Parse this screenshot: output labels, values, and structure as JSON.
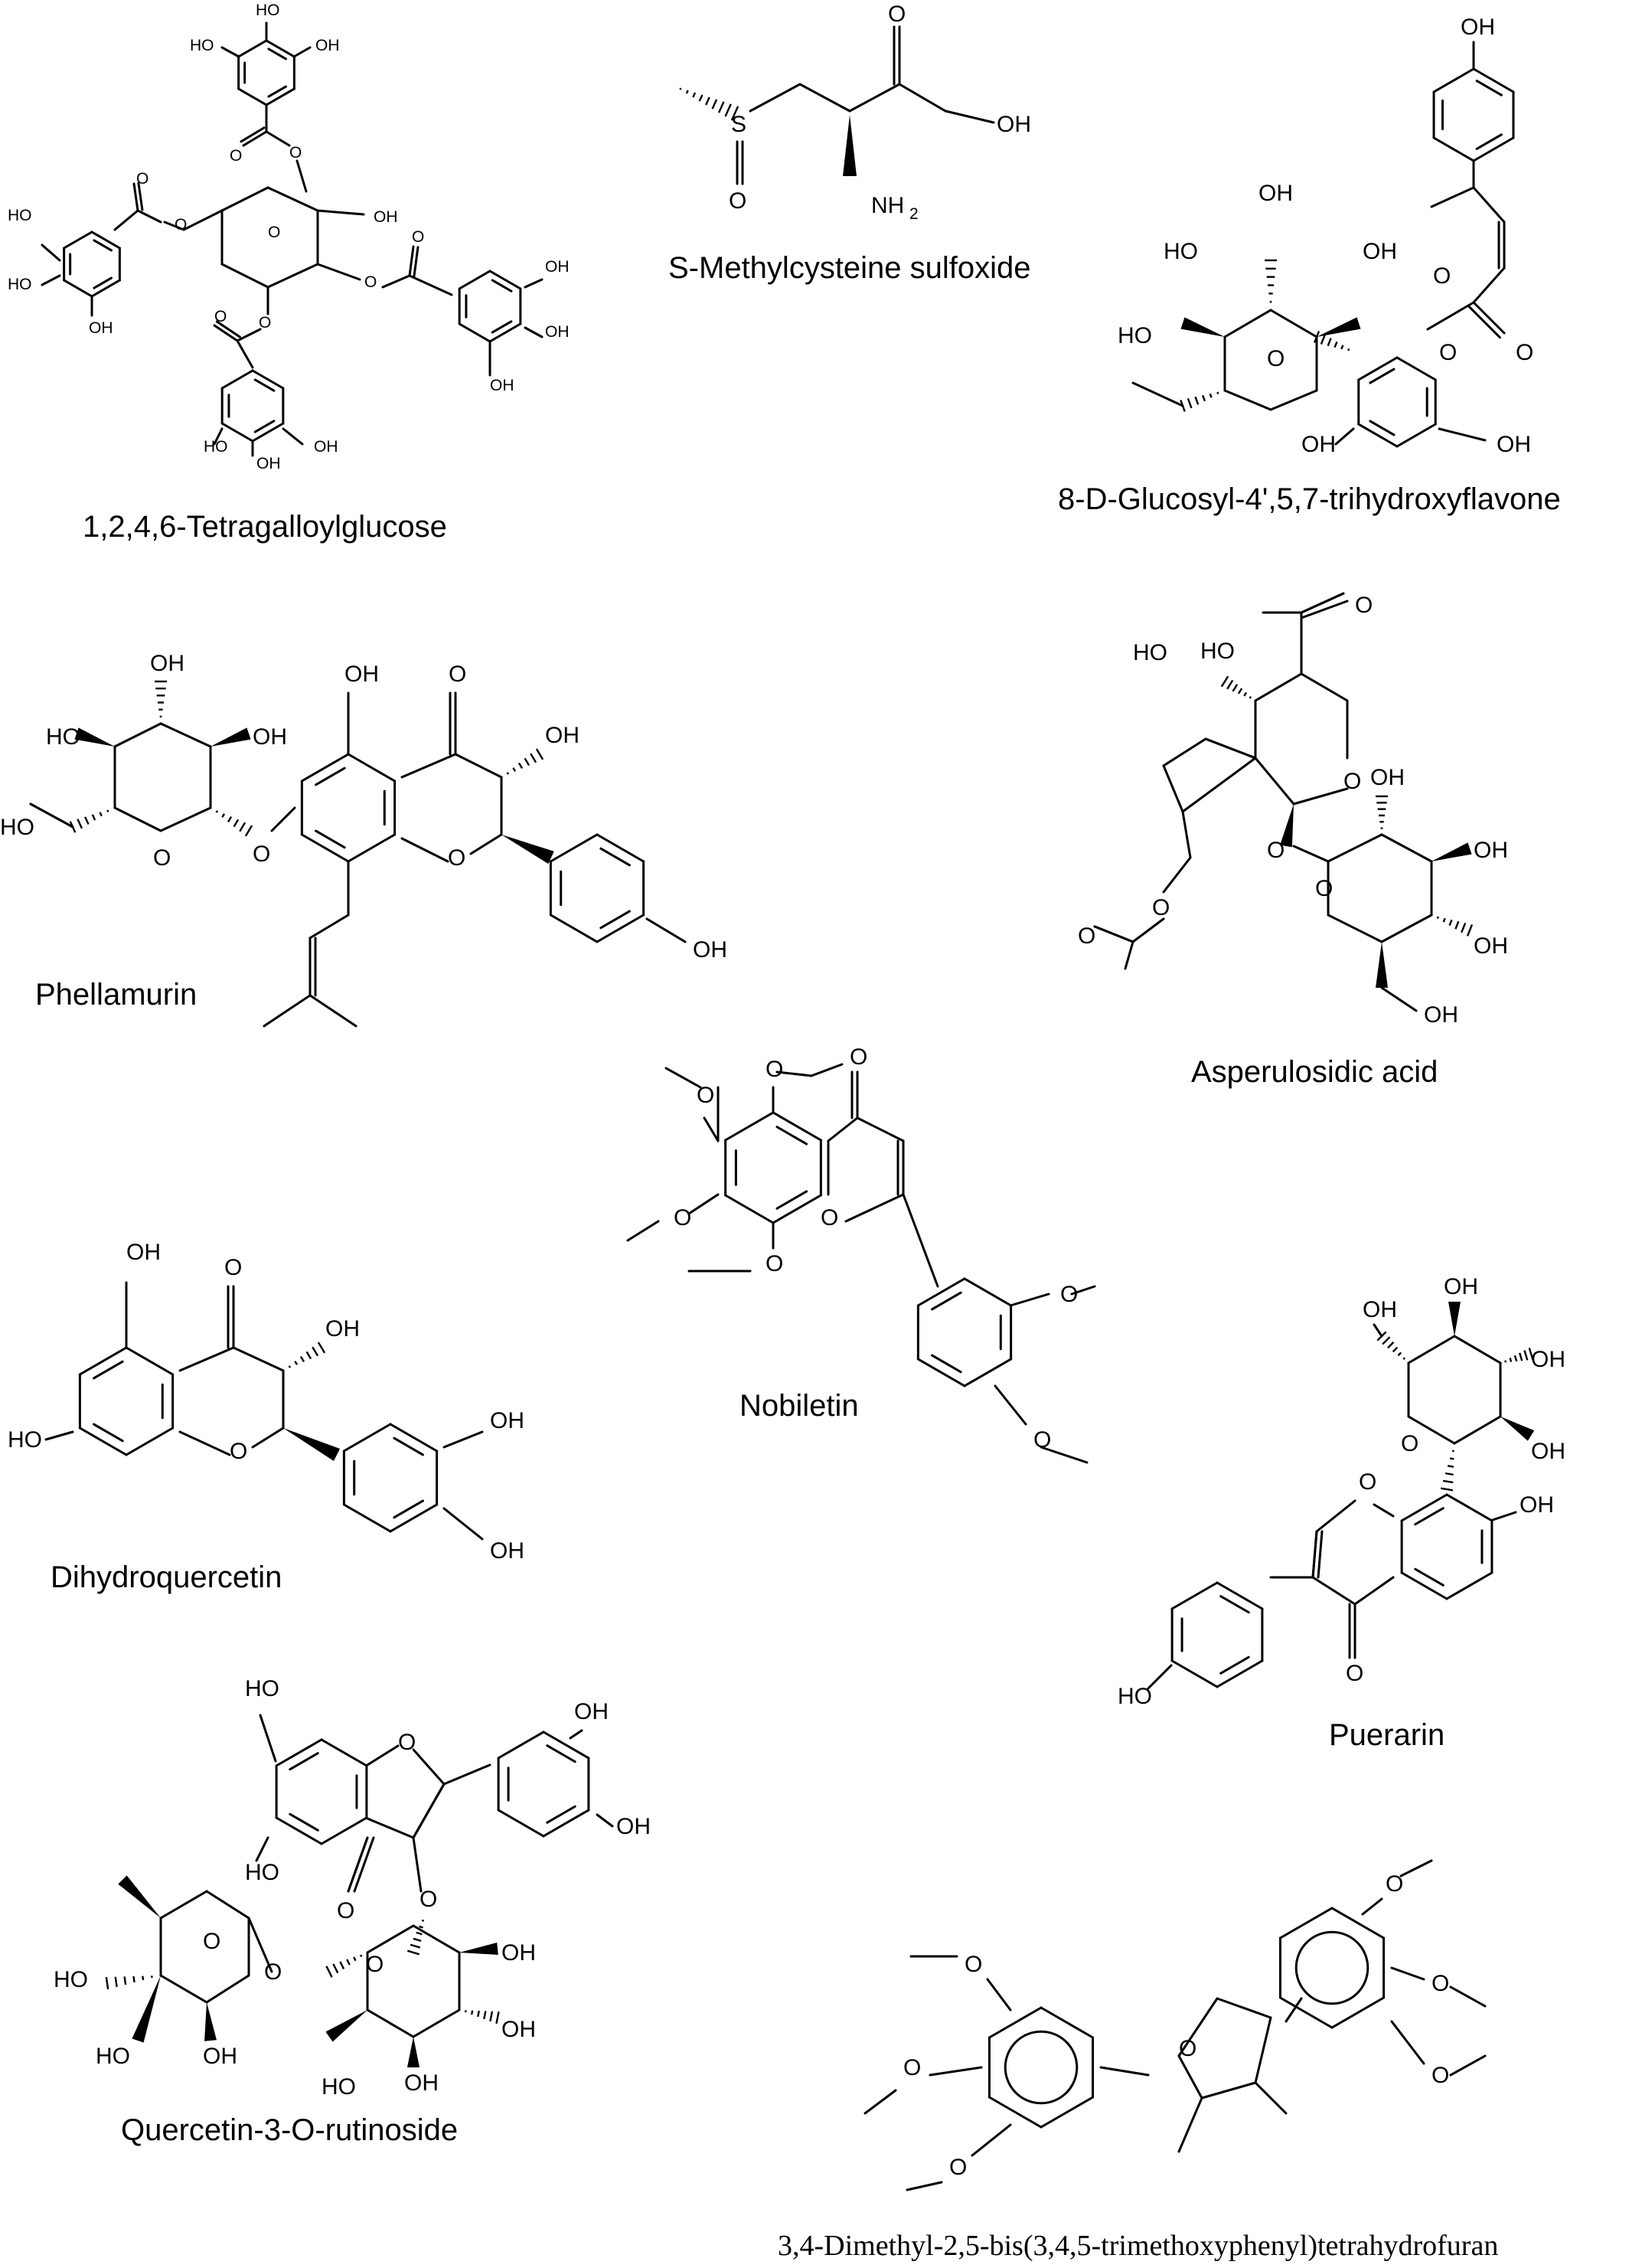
{
  "figure": {
    "compounds": [
      {
        "id": "c1",
        "name": "1,2,4,6-Tetragalloylglucose"
      },
      {
        "id": "c2",
        "name": "S-Methylcysteine sulfoxide"
      },
      {
        "id": "c3",
        "name": "8-D-Glucosyl-4',5,7-trihydroxyflavone"
      },
      {
        "id": "c4",
        "name": "Phellamurin"
      },
      {
        "id": "c5",
        "name": "Asperulosidic acid"
      },
      {
        "id": "c6",
        "name": "Nobiletin"
      },
      {
        "id": "c7",
        "name": "Dihydroquercetin"
      },
      {
        "id": "c8",
        "name": "Puerarin"
      },
      {
        "id": "c9",
        "name": "Quercetin-3-O-rutinoside"
      },
      {
        "id": "c10",
        "name": "3,4-Dimethyl-2,5-bis(3,4,5-trimethoxyphenyl)tetrahydrofuran"
      }
    ]
  },
  "atom_labels": {
    "OH": "OH",
    "HO": "HO",
    "O": "O",
    "S": "S",
    "NH2": "NH",
    "sub2": "2",
    "HOsmall": "HO",
    "OHsmall": "OH"
  }
}
